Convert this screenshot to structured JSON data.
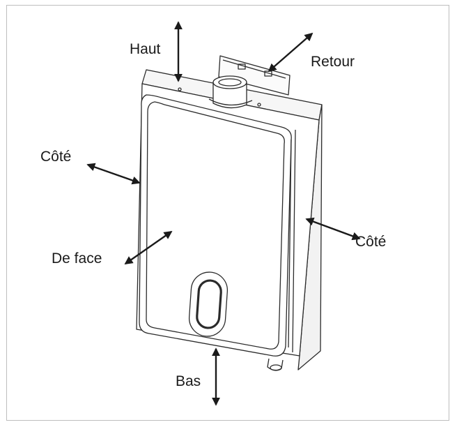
{
  "labels": {
    "top": "Haut",
    "back": "Retour",
    "side_left": "Côté",
    "side_right": "Côté",
    "front": "De face",
    "bottom": "Bas"
  }
}
